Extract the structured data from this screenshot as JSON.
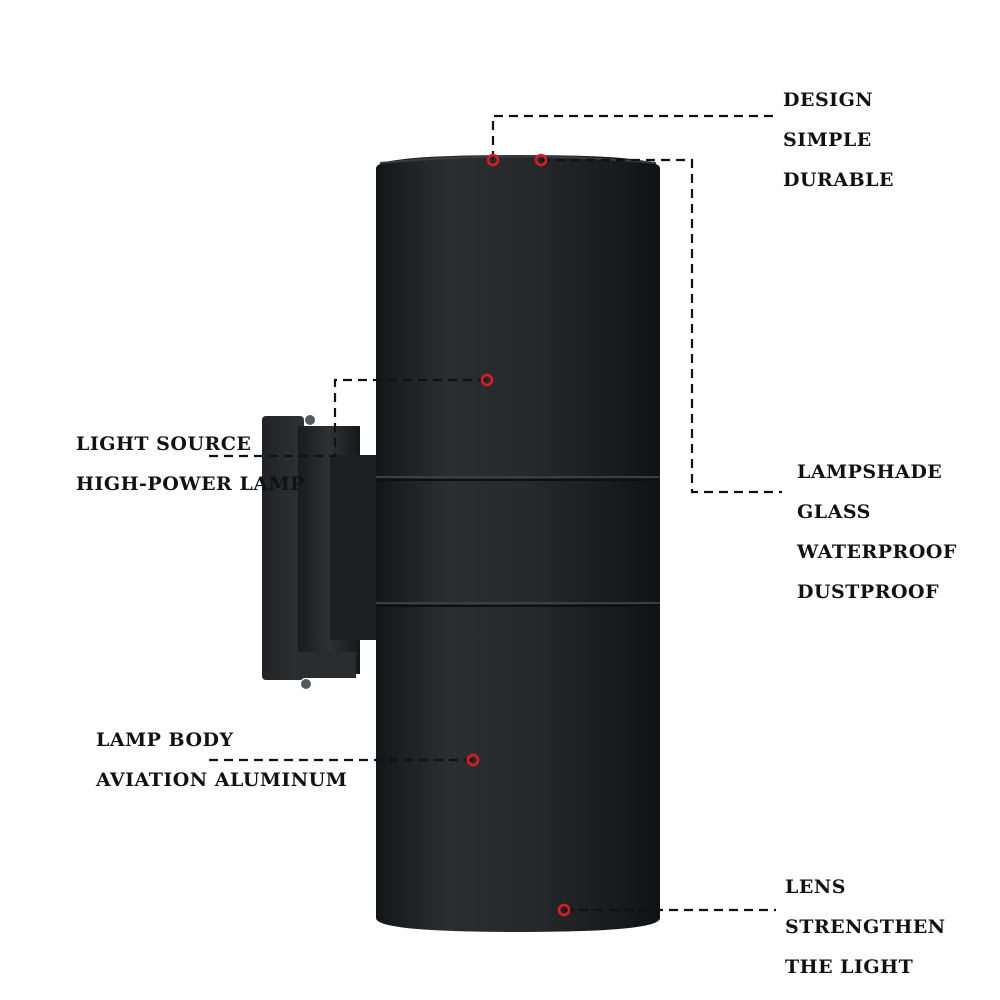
{
  "product": "wall-lamp",
  "colors": {
    "background": "#ffffff",
    "lamp_body": "#232526",
    "leader_line": "#111111",
    "marker": "#e01b24"
  },
  "callouts": {
    "design": [
      "DESIGN",
      "SIMPLE",
      "DURABLE"
    ],
    "light_source": [
      "LIGHT SOURCE",
      "HIGH-POWER LAMP"
    ],
    "lampshade": [
      "LAMPSHADE",
      "GLASS",
      "WATERPROOF",
      "DUSTPROOF"
    ],
    "lamp_body": [
      "LAMP BODY",
      "AVIATION ALUMINUM"
    ],
    "lens": [
      "LENS",
      "STRENGTHEN",
      "THE LIGHT"
    ]
  }
}
